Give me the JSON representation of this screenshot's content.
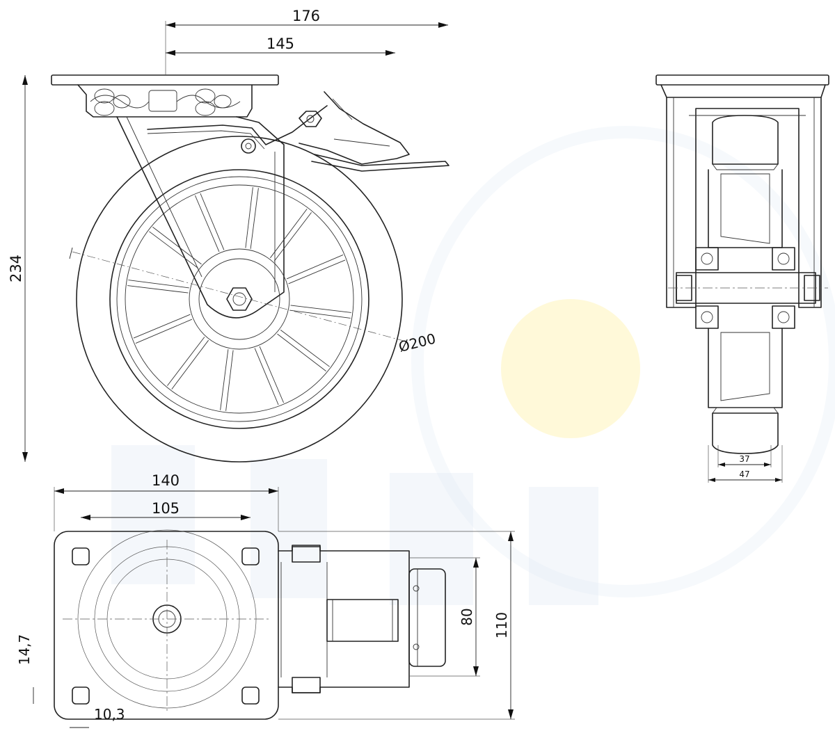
{
  "dimensions": {
    "overall_width": "176",
    "plate_width": "145",
    "overall_height": "234",
    "wheel_diameter": "Ø200",
    "tread_width": "37",
    "wheel_width": "47",
    "plate_length": "140",
    "bolt_spacing_long": "105",
    "bolt_spacing_short": "80",
    "plate_width_top": "110",
    "bolt_hole_height": "14,7",
    "bolt_hole_offset": "10,3"
  },
  "colors": {
    "line": "#222222",
    "watermark": "#dfe9f4",
    "watermark_accent": "#fff6c9"
  }
}
